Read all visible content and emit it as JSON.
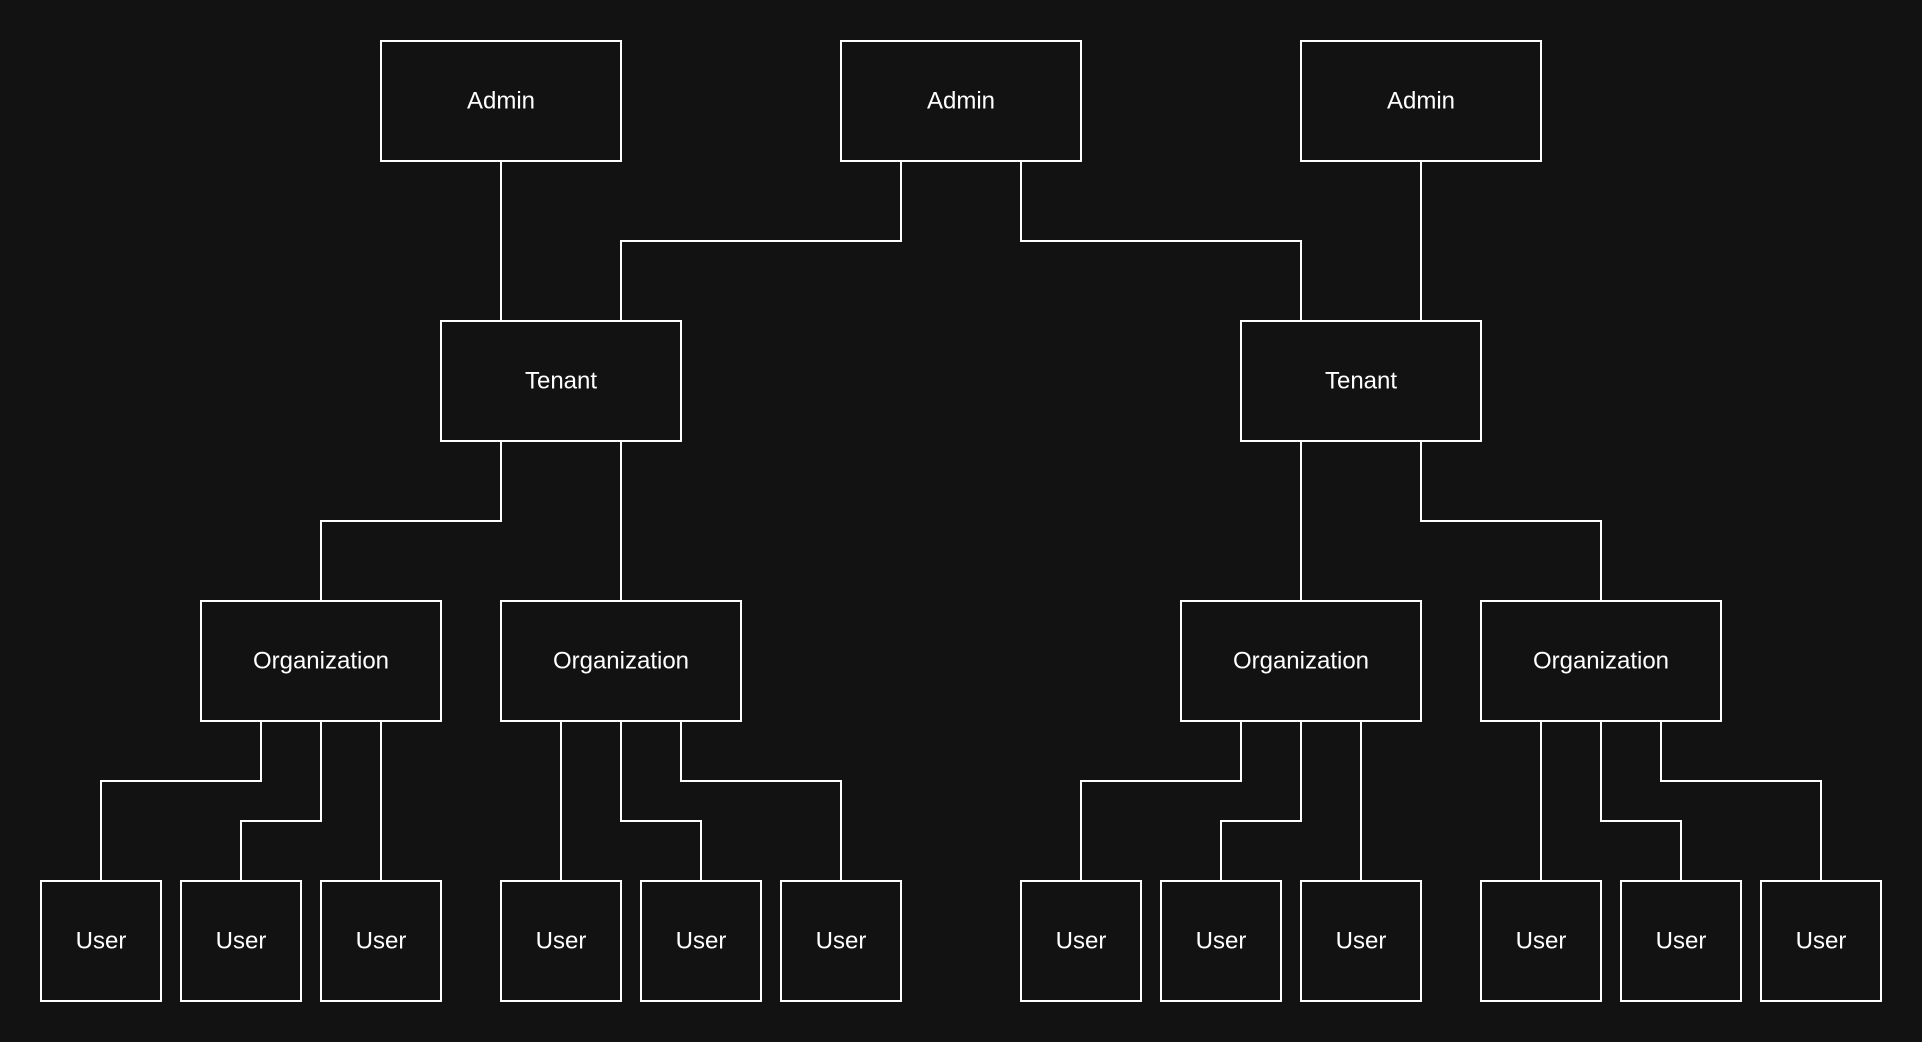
{
  "diagram": {
    "type": "hierarchy",
    "colors": {
      "background": "#121212",
      "stroke": "#ffffff",
      "text": "#ffffff"
    },
    "nodes": [
      {
        "id": "admin-1",
        "level": "admin",
        "label": "Admin"
      },
      {
        "id": "admin-2",
        "level": "admin",
        "label": "Admin"
      },
      {
        "id": "admin-3",
        "level": "admin",
        "label": "Admin"
      },
      {
        "id": "tenant-1",
        "level": "tenant",
        "label": "Tenant"
      },
      {
        "id": "tenant-2",
        "level": "tenant",
        "label": "Tenant"
      },
      {
        "id": "org-1",
        "level": "organization",
        "label": "Organization"
      },
      {
        "id": "org-2",
        "level": "organization",
        "label": "Organization"
      },
      {
        "id": "org-3",
        "level": "organization",
        "label": "Organization"
      },
      {
        "id": "org-4",
        "level": "organization",
        "label": "Organization"
      },
      {
        "id": "user-1",
        "level": "user",
        "label": "User"
      },
      {
        "id": "user-2",
        "level": "user",
        "label": "User"
      },
      {
        "id": "user-3",
        "level": "user",
        "label": "User"
      },
      {
        "id": "user-4",
        "level": "user",
        "label": "User"
      },
      {
        "id": "user-5",
        "level": "user",
        "label": "User"
      },
      {
        "id": "user-6",
        "level": "user",
        "label": "User"
      },
      {
        "id": "user-7",
        "level": "user",
        "label": "User"
      },
      {
        "id": "user-8",
        "level": "user",
        "label": "User"
      },
      {
        "id": "user-9",
        "level": "user",
        "label": "User"
      },
      {
        "id": "user-10",
        "level": "user",
        "label": "User"
      },
      {
        "id": "user-11",
        "level": "user",
        "label": "User"
      },
      {
        "id": "user-12",
        "level": "user",
        "label": "User"
      }
    ],
    "edges": [
      {
        "from": "admin-1",
        "to": "tenant-1"
      },
      {
        "from": "admin-2",
        "to": "tenant-1"
      },
      {
        "from": "admin-2",
        "to": "tenant-2"
      },
      {
        "from": "admin-3",
        "to": "tenant-2"
      },
      {
        "from": "tenant-1",
        "to": "org-1"
      },
      {
        "from": "tenant-1",
        "to": "org-2"
      },
      {
        "from": "tenant-2",
        "to": "org-3"
      },
      {
        "from": "tenant-2",
        "to": "org-4"
      },
      {
        "from": "org-1",
        "to": "user-1"
      },
      {
        "from": "org-1",
        "to": "user-2"
      },
      {
        "from": "org-1",
        "to": "user-3"
      },
      {
        "from": "org-2",
        "to": "user-4"
      },
      {
        "from": "org-2",
        "to": "user-5"
      },
      {
        "from": "org-2",
        "to": "user-6"
      },
      {
        "from": "org-3",
        "to": "user-7"
      },
      {
        "from": "org-3",
        "to": "user-8"
      },
      {
        "from": "org-3",
        "to": "user-9"
      },
      {
        "from": "org-4",
        "to": "user-10"
      },
      {
        "from": "org-4",
        "to": "user-11"
      },
      {
        "from": "org-4",
        "to": "user-12"
      }
    ]
  }
}
